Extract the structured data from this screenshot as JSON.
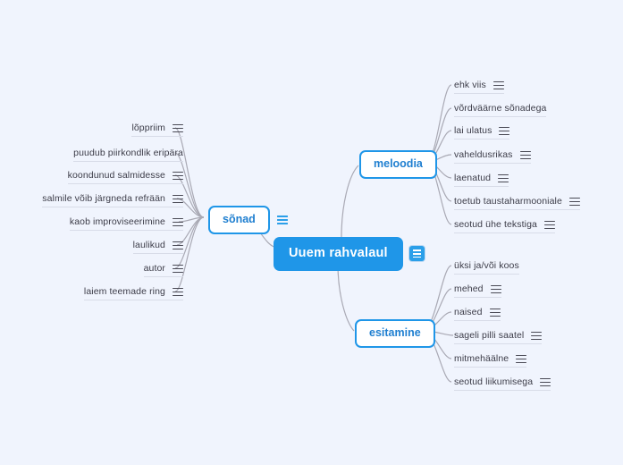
{
  "canvas": {
    "background": "#f0f4fd",
    "accent": "#1f96e8",
    "line_color": "#a9a9b4"
  },
  "root": {
    "label": "Uuem rahvalaul",
    "note_icon": "note-lines-icon"
  },
  "branches": [
    {
      "id": "sonad",
      "label": "sõnad",
      "side": "left",
      "note_icon": "note-lines-icon",
      "leaves": [
        {
          "label": "lõppriim",
          "icon": true
        },
        {
          "label": "puudub piirkondlik eripära",
          "icon": false
        },
        {
          "label": "koondunud salmidesse",
          "icon": true
        },
        {
          "label": "salmile võib järgneda refrään",
          "icon": true
        },
        {
          "label": "kaob improviseerimine",
          "icon": true
        },
        {
          "label": "laulikud",
          "icon": true
        },
        {
          "label": "autor",
          "icon": true
        },
        {
          "label": "laiem teemade ring",
          "icon": true
        }
      ]
    },
    {
      "id": "meloodia",
      "label": "meloodia",
      "side": "right",
      "note_icon": null,
      "leaves": [
        {
          "label": "ehk viis",
          "icon": true
        },
        {
          "label": "võrdväärne sõnadega",
          "icon": false
        },
        {
          "label": "lai ulatus",
          "icon": true
        },
        {
          "label": "vaheldusrikas",
          "icon": true
        },
        {
          "label": "laenatud",
          "icon": true
        },
        {
          "label": "toetub taustaharmooniale",
          "icon": true
        },
        {
          "label": "seotud ühe tekstiga",
          "icon": true
        }
      ]
    },
    {
      "id": "esitamine",
      "label": "esitamine",
      "side": "right",
      "note_icon": null,
      "leaves": [
        {
          "label": "üksi ja/või koos",
          "icon": false
        },
        {
          "label": "mehed",
          "icon": true
        },
        {
          "label": "naised",
          "icon": true
        },
        {
          "label": "sageli pilli saatel",
          "icon": true
        },
        {
          "label": "mitmehäälne",
          "icon": true
        },
        {
          "label": "seotud liikumisega",
          "icon": true
        }
      ]
    }
  ]
}
